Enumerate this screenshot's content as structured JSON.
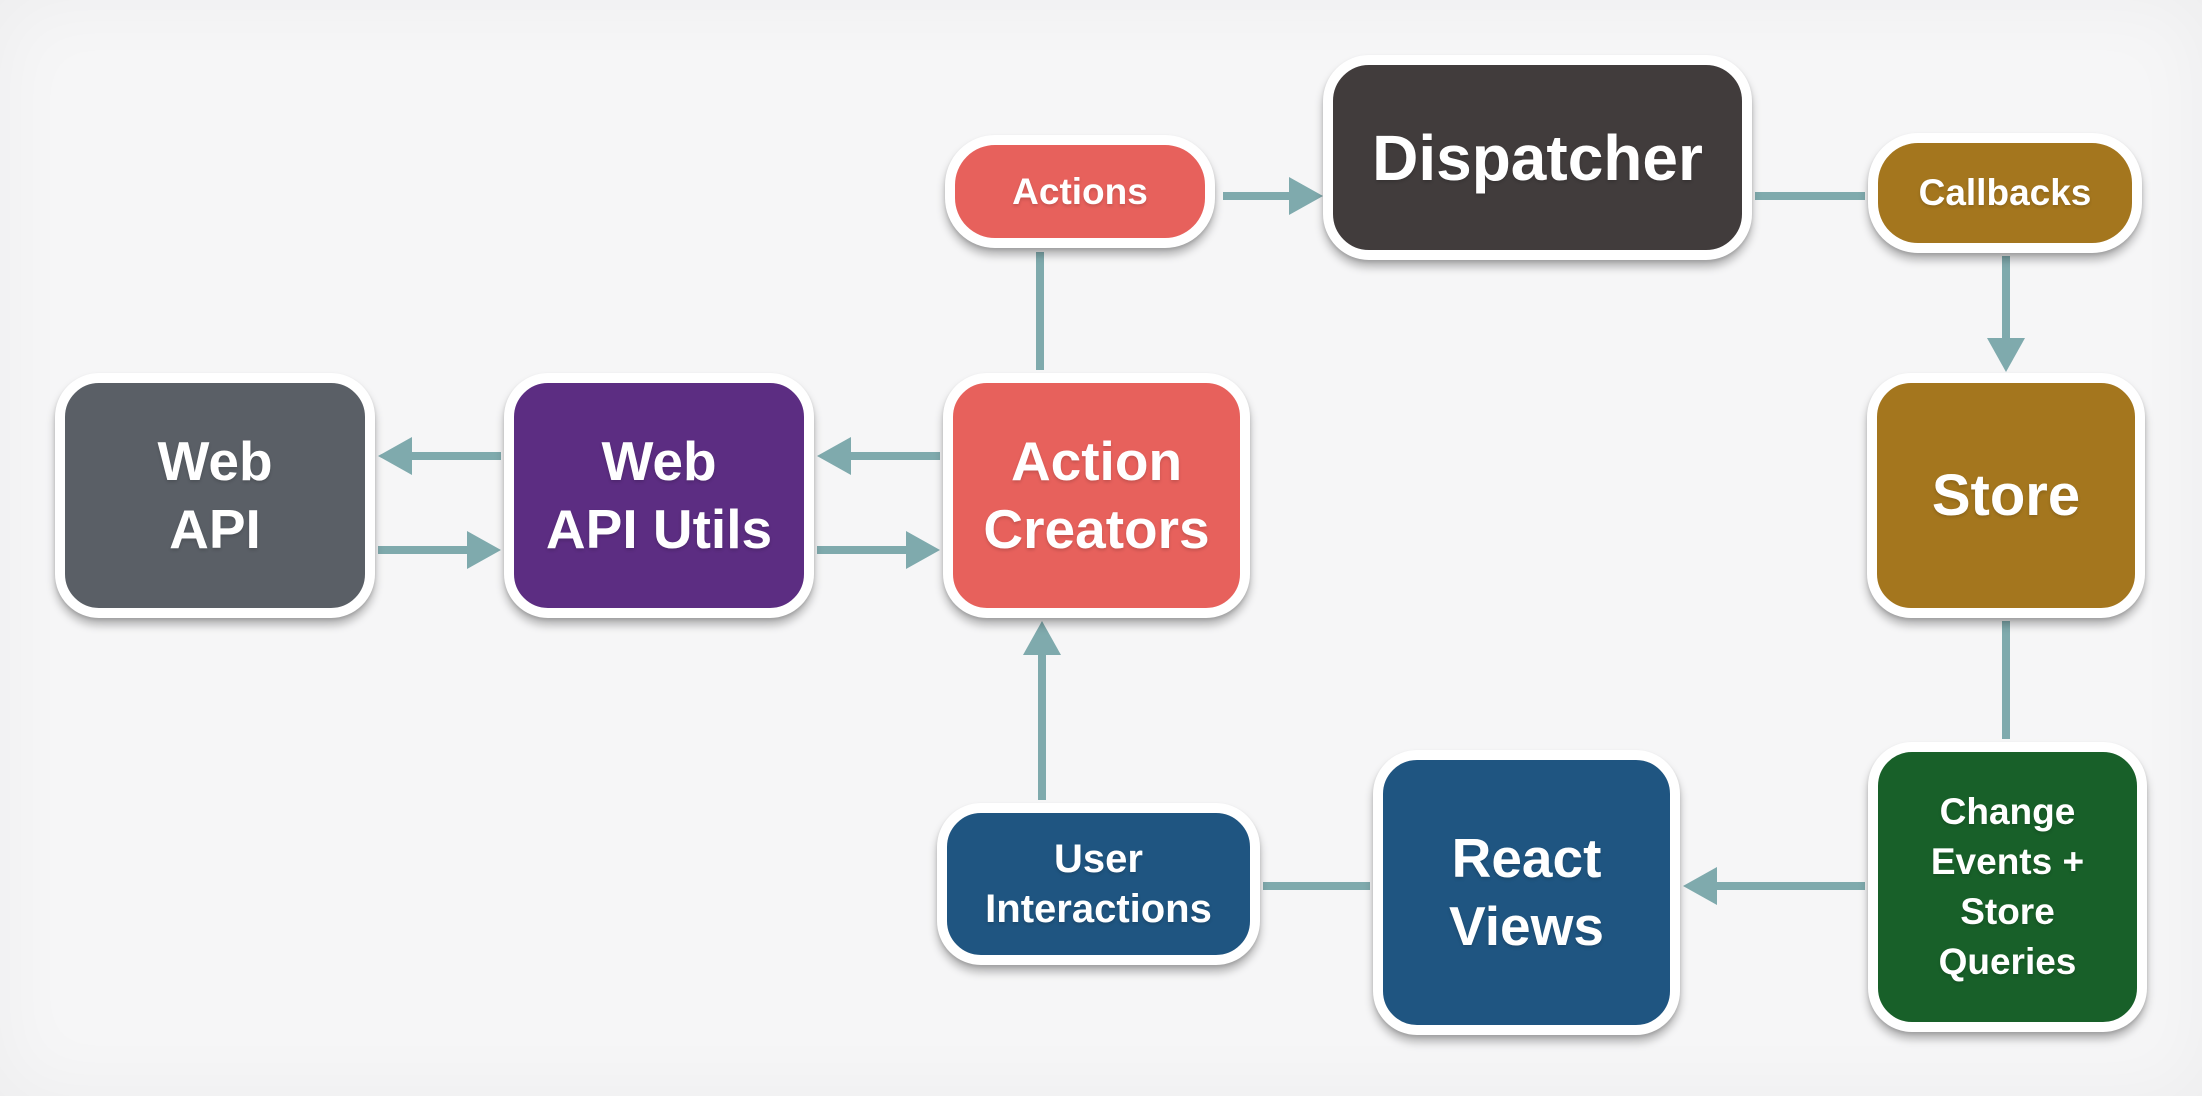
{
  "colors": {
    "background": "#f6f6f7",
    "arrow": "#7faaad",
    "node_text": "#ffffff",
    "node_border": "#ffffff",
    "salmon": "#e7615c",
    "dark_gray": "#413c3c",
    "gold": "#a4761e",
    "medium_gray": "#5a5f66",
    "purple": "#5c2d82",
    "blue": "#1f5581",
    "green": "#186029"
  },
  "nodes": {
    "actions": {
      "label": "Actions",
      "lines": [
        "Actions"
      ],
      "color": "#e7615c"
    },
    "dispatcher": {
      "label": "Dispatcher",
      "lines": [
        "Dispatcher"
      ],
      "color": "#413c3c"
    },
    "callbacks": {
      "label": "Callbacks",
      "lines": [
        "Callbacks"
      ],
      "color": "#a4761e"
    },
    "web_api": {
      "label": "Web API",
      "lines": [
        "Web",
        "API"
      ],
      "color": "#5a5f66"
    },
    "web_api_utils": {
      "label": "Web API Utils",
      "lines": [
        "Web",
        "API Utils"
      ],
      "color": "#5c2d82"
    },
    "action_creators": {
      "label": "Action Creators",
      "lines": [
        "Action",
        "Creators"
      ],
      "color": "#e7615c"
    },
    "store": {
      "label": "Store",
      "lines": [
        "Store"
      ],
      "color": "#a4761e"
    },
    "user_interactions": {
      "label": "User Interactions",
      "lines": [
        "User",
        "Interactions"
      ],
      "color": "#1f5581"
    },
    "react_views": {
      "label": "React Views",
      "lines": [
        "React",
        "Views"
      ],
      "color": "#1f5581"
    },
    "change_events": {
      "label": "Change Events + Store Queries",
      "lines": [
        "Change",
        "Events +",
        "Store",
        "Queries"
      ],
      "color": "#186029"
    }
  },
  "edges": [
    {
      "from": "actions",
      "to": "dispatcher",
      "arrowhead": true
    },
    {
      "from": "action_creators",
      "to": "actions",
      "arrowhead": false
    },
    {
      "from": "dispatcher",
      "to": "callbacks",
      "arrowhead": false
    },
    {
      "from": "callbacks",
      "to": "store",
      "arrowhead": true
    },
    {
      "from": "store",
      "to": "change_events",
      "arrowhead": false
    },
    {
      "from": "change_events",
      "to": "react_views",
      "arrowhead": true
    },
    {
      "from": "react_views",
      "to": "user_interactions",
      "arrowhead": false
    },
    {
      "from": "user_interactions",
      "to": "action_creators",
      "arrowhead": true
    },
    {
      "from": "action_creators",
      "to": "web_api_utils",
      "arrowhead": true
    },
    {
      "from": "web_api_utils",
      "to": "action_creators",
      "arrowhead": true
    },
    {
      "from": "web_api_utils",
      "to": "web_api",
      "arrowhead": true
    },
    {
      "from": "web_api",
      "to": "web_api_utils",
      "arrowhead": true
    }
  ]
}
